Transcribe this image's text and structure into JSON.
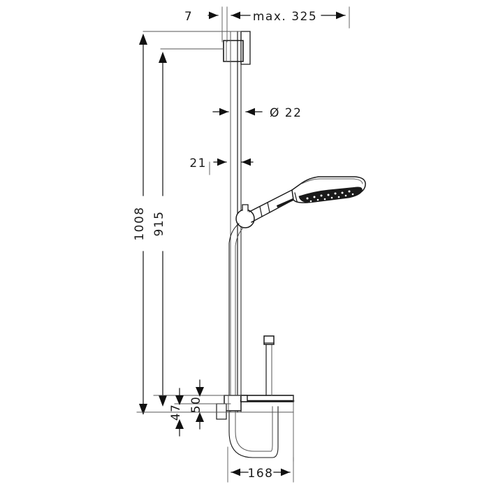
{
  "drawing": {
    "title": "Shower set technical dimension drawing",
    "units": "mm",
    "line_color": "#1a1a1a",
    "thin_line_color": "#555555",
    "background": "#ffffff"
  },
  "dimensions": {
    "wall_offset": "7",
    "max_reach": "max. 325",
    "bar_diameter": "Ø 22",
    "bracket_offset": "21",
    "overall_height": "1008",
    "bar_height": "915",
    "lower_bracket_a": "47",
    "lower_bracket_b": "50",
    "hose_width": "168"
  },
  "parts": {
    "top_bracket": "top-wall-bracket",
    "slide_bar": "slide-bar",
    "slider": "slider-hub",
    "handshower": "handshower",
    "spray_face": "spray-face",
    "hose": "shower-hose",
    "outlet": "wall-outlet",
    "lower_bracket": "lower-wall-bracket"
  }
}
